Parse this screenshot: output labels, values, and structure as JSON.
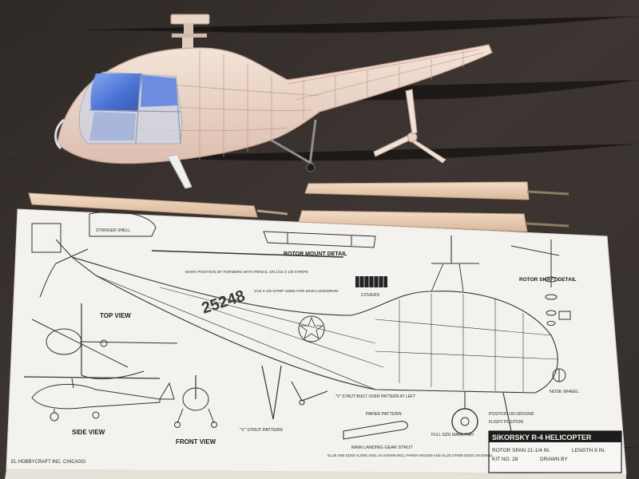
{
  "plan": {
    "top_view_label": "TOP VIEW",
    "side_view_label": "SIDE VIEW",
    "front_view_label": "FRONT VIEW",
    "rotor_mount_label": "ROTOR MOUNT DETAIL",
    "rotor_shaft_label": "ROTOR SHAFT DETAIL",
    "serial_number": "25248",
    "title_block": {
      "title": "SIKORSKY R-4 HELICOPTER",
      "line1": "ROTOR SPAN 21-1/4 IN.",
      "line2": "LENGTH 8 IN.",
      "line3": "KIT NO. 28",
      "line4": "DRAWN BY"
    },
    "publisher": "EL HOBBYCRAFT INC. CHICAGO",
    "notes": {
      "formers": "MARK POSITION OF FORMERS WITH PENCIL ON 1/16 X 1/8 STRIPS",
      "longerons": "1/16 X 1/8 STRIP USED FOR MAIN LONGERON",
      "stringer_shell": "STRINGER SHELL",
      "v_strut": "\"V\" STRUT BUILT OVER PATTERN AT LEFT",
      "v_strut_pattern": "\"V\" STRUT PATTERN",
      "main_strut": "MAIN LANDING GEAR STRUT",
      "full_size": "FULL SIZE MAKE TWO",
      "paper_pattern": "PAPER PATTERN",
      "glue_note": "GLUE ONE EDGE ALONG SHEL AS SHOWN ROLL PAPER AROUND AND GLUE OTHER EDGE ON DOWEL",
      "nose_wheel": "NOSE WHEEL",
      "position_ground": "POSITION ON GROUND",
      "flight_position": "FLIGHT POSITION",
      "covers": "COVERS"
    }
  },
  "colors": {
    "table": "#3a3431",
    "balsa": "#ead1c4",
    "balsa_light": "#f3e4d8",
    "paper": "#f4f2ee",
    "canopy_blue": "#3f6fd8",
    "ink": "#2a2a2a"
  }
}
